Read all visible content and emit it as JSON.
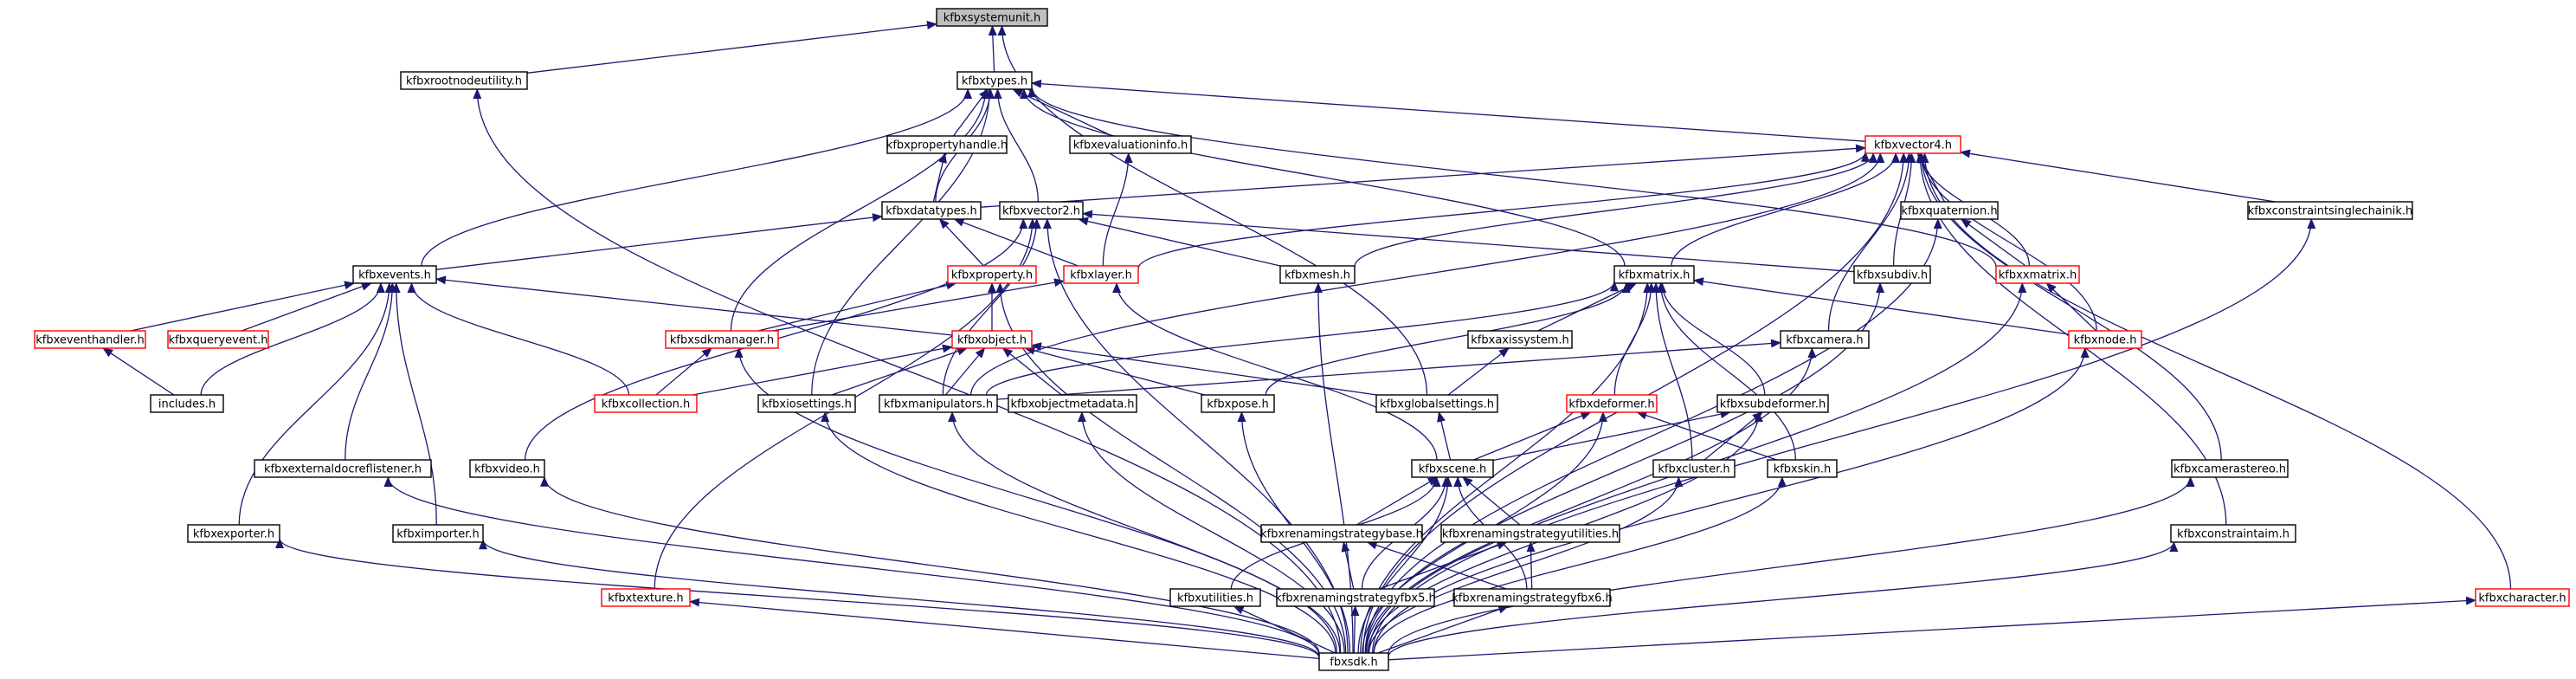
{
  "colors": {
    "edge": "#191970",
    "node_border": "#000000",
    "node_border_undocumented": "#ff0000",
    "node_fill": "#ffffff",
    "root_fill": "#bfbfbf"
  },
  "nodes": [
    {
      "id": "kfbxsystemunit",
      "label": "kfbxsystemunit.h",
      "root": true
    },
    {
      "id": "kfbxrootnodeutility",
      "label": "kfbxrootnodeutility.h"
    },
    {
      "id": "kfbxtypes",
      "label": "kfbxtypes.h"
    },
    {
      "id": "kfbxpropertyhandle",
      "label": "kfbxpropertyhandle.h"
    },
    {
      "id": "kfbxevaluationinfo",
      "label": "kfbxevaluationinfo.h"
    },
    {
      "id": "kfbxvector4",
      "label": "kfbxvector4.h",
      "red": true
    },
    {
      "id": "kfbxdatatypes",
      "label": "kfbxdatatypes.h"
    },
    {
      "id": "kfbxvector2",
      "label": "kfbxvector2.h"
    },
    {
      "id": "kfbxquaternion",
      "label": "kfbxquaternion.h"
    },
    {
      "id": "kfbxconstraintsinglechainik",
      "label": "kfbxconstraintsinglechainik.h"
    },
    {
      "id": "kfbxevents",
      "label": "kfbxevents.h"
    },
    {
      "id": "kfbxproperty",
      "label": "kfbxproperty.h",
      "red": true
    },
    {
      "id": "kfbxlayer",
      "label": "kfbxlayer.h",
      "red": true
    },
    {
      "id": "kfbxmesh",
      "label": "kfbxmesh.h"
    },
    {
      "id": "kfbxmatrix",
      "label": "kfbxmatrix.h"
    },
    {
      "id": "kfbxsubdiv",
      "label": "kfbxsubdiv.h"
    },
    {
      "id": "kfbxxmatrix",
      "label": "kfbxxmatrix.h",
      "red": true
    },
    {
      "id": "kfbxeventhandler",
      "label": "kfbxeventhandler.h",
      "red": true
    },
    {
      "id": "kfbxqueryevent",
      "label": "kfbxqueryevent.h",
      "red": true
    },
    {
      "id": "kfbxsdkmanager",
      "label": "kfbxsdkmanager.h",
      "red": true
    },
    {
      "id": "kfbxobject",
      "label": "kfbxobject.h",
      "red": true
    },
    {
      "id": "kfbxaxissystem",
      "label": "kfbxaxissystem.h"
    },
    {
      "id": "kfbxcamera",
      "label": "kfbxcamera.h"
    },
    {
      "id": "kfbxnode",
      "label": "kfbxnode.h",
      "red": true
    },
    {
      "id": "includes",
      "label": "includes.h"
    },
    {
      "id": "kfbxcollection",
      "label": "kfbxcollection.h",
      "red": true
    },
    {
      "id": "kfbxiosettings",
      "label": "kfbxiosettings.h"
    },
    {
      "id": "kfbxmanipulators",
      "label": "kfbxmanipulators.h"
    },
    {
      "id": "kfbxobjectmetadata",
      "label": "kfbxobjectmetadata.h"
    },
    {
      "id": "kfbxpose",
      "label": "kfbxpose.h"
    },
    {
      "id": "kfbxglobalsettings",
      "label": "kfbxglobalsettings.h"
    },
    {
      "id": "kfbxdeformer",
      "label": "kfbxdeformer.h",
      "red": true
    },
    {
      "id": "kfbxsubdeformer",
      "label": "kfbxsubdeformer.h"
    },
    {
      "id": "kfbxexternaldocreflistener",
      "label": "kfbxexternaldocreflistener.h"
    },
    {
      "id": "kfbxvideo",
      "label": "kfbxvideo.h"
    },
    {
      "id": "kfbxscene",
      "label": "kfbxscene.h"
    },
    {
      "id": "kfbxcluster",
      "label": "kfbxcluster.h"
    },
    {
      "id": "kfbxskin",
      "label": "kfbxskin.h"
    },
    {
      "id": "kfbxcamerastereo",
      "label": "kfbxcamerastereo.h"
    },
    {
      "id": "kfbxexporter",
      "label": "kfbxexporter.h"
    },
    {
      "id": "kfbximporter",
      "label": "kfbximporter.h"
    },
    {
      "id": "kfbxrenamingstrategybase",
      "label": "kfbxrenamingstrategybase.h"
    },
    {
      "id": "kfbxrenamingstrategyutilities",
      "label": "kfbxrenamingstrategyutilities.h"
    },
    {
      "id": "kfbxconstraintaim",
      "label": "kfbxconstraintaim.h"
    },
    {
      "id": "kfbxtexture",
      "label": "kfbxtexture.h",
      "red": true
    },
    {
      "id": "kfbxutilities",
      "label": "kfbxutilities.h"
    },
    {
      "id": "kfbxrenamingstrategyfbx5",
      "label": "kfbxrenamingstrategyfbx5.h"
    },
    {
      "id": "kfbxrenamingstrategyfbx6",
      "label": "kfbxrenamingstrategyfbx6.h"
    },
    {
      "id": "kfbxcharacter",
      "label": "kfbxcharacter.h",
      "red": true
    },
    {
      "id": "fbxsdk",
      "label": "fbxsdk.h"
    }
  ],
  "edges": [
    [
      "kfbxrootnodeutility",
      "kfbxsystemunit"
    ],
    [
      "kfbxtypes",
      "kfbxsystemunit"
    ],
    [
      "kfbxglobalsettings",
      "kfbxsystemunit"
    ],
    [
      "fbxsdk",
      "kfbxrootnodeutility"
    ],
    [
      "kfbxpropertyhandle",
      "kfbxtypes"
    ],
    [
      "kfbxevaluationinfo",
      "kfbxtypes"
    ],
    [
      "kfbxvector4",
      "kfbxtypes"
    ],
    [
      "kfbxdatatypes",
      "kfbxtypes"
    ],
    [
      "kfbxvector2",
      "kfbxtypes"
    ],
    [
      "kfbxevents",
      "kfbxtypes"
    ],
    [
      "kfbxsdkmanager",
      "kfbxtypes"
    ],
    [
      "kfbxiosettings",
      "kfbxtypes"
    ],
    [
      "kfbxmatrix",
      "kfbxtypes"
    ],
    [
      "kfbxxmatrix",
      "kfbxtypes"
    ],
    [
      "kfbxdatatypes",
      "kfbxpropertyhandle"
    ],
    [
      "kfbxlayer",
      "kfbxevaluationinfo"
    ],
    [
      "kfbxdatatypes",
      "kfbxvector4"
    ],
    [
      "kfbxlayer",
      "kfbxvector4"
    ],
    [
      "kfbxmesh",
      "kfbxvector4"
    ],
    [
      "kfbxmatrix",
      "kfbxvector4"
    ],
    [
      "kfbxquaternion",
      "kfbxvector4"
    ],
    [
      "kfbxxmatrix",
      "kfbxvector4"
    ],
    [
      "kfbxsubdiv",
      "kfbxvector4"
    ],
    [
      "kfbxconstraintsinglechainik",
      "kfbxvector4"
    ],
    [
      "kfbxcamera",
      "kfbxvector4"
    ],
    [
      "kfbxnode",
      "kfbxvector4"
    ],
    [
      "kfbxcamerastereo",
      "kfbxvector4"
    ],
    [
      "kfbxconstraintaim",
      "kfbxvector4"
    ],
    [
      "kfbxcharacter",
      "kfbxvector4"
    ],
    [
      "fbxsdk",
      "kfbxvector4"
    ],
    [
      "kfbxmanipulators",
      "kfbxvector4"
    ],
    [
      "kfbxevents",
      "kfbxdatatypes"
    ],
    [
      "kfbxproperty",
      "kfbxdatatypes"
    ],
    [
      "kfbxlayer",
      "kfbxdatatypes"
    ],
    [
      "kfbxvideo",
      "kfbxvector2"
    ],
    [
      "kfbxtexture",
      "kfbxvector2"
    ],
    [
      "kfbxmanipulators",
      "kfbxvector2"
    ],
    [
      "kfbxmesh",
      "kfbxvector2"
    ],
    [
      "kfbxsubdiv",
      "kfbxvector2"
    ],
    [
      "fbxsdk",
      "kfbxvector2"
    ],
    [
      "kfbxxmatrix",
      "kfbxquaternion"
    ],
    [
      "fbxsdk",
      "kfbxquaternion"
    ],
    [
      "fbxsdk",
      "kfbxconstraintsinglechainik"
    ],
    [
      "kfbxeventhandler",
      "kfbxevents"
    ],
    [
      "kfbxqueryevent",
      "kfbxevents"
    ],
    [
      "includes",
      "kfbxevents"
    ],
    [
      "kfbxcollection",
      "kfbxevents"
    ],
    [
      "kfbxobject",
      "kfbxevents"
    ],
    [
      "kfbxexporter",
      "kfbxevents"
    ],
    [
      "kfbximporter",
      "kfbxevents"
    ],
    [
      "kfbxexternaldocreflistener",
      "kfbxevents"
    ],
    [
      "kfbxsdkmanager",
      "kfbxproperty"
    ],
    [
      "kfbxobject",
      "kfbxproperty"
    ],
    [
      "fbxsdk",
      "kfbxproperty"
    ],
    [
      "kfbxsdkmanager",
      "kfbxlayer"
    ],
    [
      "kfbxscene",
      "kfbxlayer"
    ],
    [
      "fbxsdk",
      "kfbxmesh"
    ],
    [
      "kfbxaxissystem",
      "kfbxmatrix"
    ],
    [
      "kfbxpose",
      "kfbxmatrix"
    ],
    [
      "kfbxdeformer",
      "kfbxmatrix"
    ],
    [
      "kfbxsubdeformer",
      "kfbxmatrix"
    ],
    [
      "kfbxcluster",
      "kfbxmatrix"
    ],
    [
      "kfbxskin",
      "kfbxmatrix"
    ],
    [
      "kfbxnode",
      "kfbxmatrix"
    ],
    [
      "kfbxmanipulators",
      "kfbxmatrix"
    ],
    [
      "fbxsdk",
      "kfbxmatrix"
    ],
    [
      "fbxsdk",
      "kfbxsubdiv"
    ],
    [
      "kfbxnode",
      "kfbxxmatrix"
    ],
    [
      "fbxsdk",
      "kfbxxmatrix"
    ],
    [
      "includes",
      "kfbxeventhandler"
    ],
    [
      "kfbxcollection",
      "kfbxsdkmanager"
    ],
    [
      "fbxsdk",
      "kfbxsdkmanager"
    ],
    [
      "kfbxcollection",
      "kfbxobject"
    ],
    [
      "kfbxiosettings",
      "kfbxobject"
    ],
    [
      "kfbxmanipulators",
      "kfbxobject"
    ],
    [
      "kfbxobjectmetadata",
      "kfbxobject"
    ],
    [
      "kfbxpose",
      "kfbxobject"
    ],
    [
      "kfbxglobalsettings",
      "kfbxobject"
    ],
    [
      "kfbxglobalsettings",
      "kfbxaxissystem"
    ],
    [
      "kfbxmanipulators",
      "kfbxcamera"
    ],
    [
      "fbxsdk",
      "kfbxcamera"
    ],
    [
      "fbxsdk",
      "kfbxnode"
    ],
    [
      "fbxsdk",
      "kfbxiosettings"
    ],
    [
      "fbxsdk",
      "kfbxmanipulators"
    ],
    [
      "fbxsdk",
      "kfbxobjectmetadata"
    ],
    [
      "fbxsdk",
      "kfbxpose"
    ],
    [
      "kfbxscene",
      "kfbxglobalsettings"
    ],
    [
      "kfbxscene",
      "kfbxdeformer"
    ],
    [
      "kfbxskin",
      "kfbxdeformer"
    ],
    [
      "fbxsdk",
      "kfbxdeformer"
    ],
    [
      "kfbxscene",
      "kfbxsubdeformer"
    ],
    [
      "kfbxcluster",
      "kfbxsubdeformer"
    ],
    [
      "fbxsdk",
      "kfbxsubdeformer"
    ],
    [
      "fbxsdk",
      "kfbxexternaldocreflistener"
    ],
    [
      "fbxsdk",
      "kfbxvideo"
    ],
    [
      "kfbxutilities",
      "kfbxscene"
    ],
    [
      "kfbxrenamingstrategybase",
      "kfbxscene"
    ],
    [
      "kfbxrenamingstrategyutilities",
      "kfbxscene"
    ],
    [
      "kfbxrenamingstrategyfbx5",
      "kfbxscene"
    ],
    [
      "kfbxrenamingstrategyfbx6",
      "kfbxscene"
    ],
    [
      "fbxsdk",
      "kfbxscene"
    ],
    [
      "fbxsdk",
      "kfbxcluster"
    ],
    [
      "fbxsdk",
      "kfbxskin"
    ],
    [
      "fbxsdk",
      "kfbxcamerastereo"
    ],
    [
      "fbxsdk",
      "kfbxexporter"
    ],
    [
      "fbxsdk",
      "kfbximporter"
    ],
    [
      "kfbxrenamingstrategyfbx5",
      "kfbxrenamingstrategybase"
    ],
    [
      "kfbxrenamingstrategyfbx6",
      "kfbxrenamingstrategybase"
    ],
    [
      "kfbxrenamingstrategyfbx5",
      "kfbxrenamingstrategyutilities"
    ],
    [
      "kfbxrenamingstrategyfbx6",
      "kfbxrenamingstrategyutilities"
    ],
    [
      "fbxsdk",
      "kfbxconstraintaim"
    ],
    [
      "fbxsdk",
      "kfbxtexture"
    ],
    [
      "fbxsdk",
      "kfbxutilities"
    ],
    [
      "fbxsdk",
      "kfbxrenamingstrategyfbx5"
    ],
    [
      "fbxsdk",
      "kfbxrenamingstrategyfbx6"
    ],
    [
      "fbxsdk",
      "kfbxcharacter"
    ]
  ]
}
